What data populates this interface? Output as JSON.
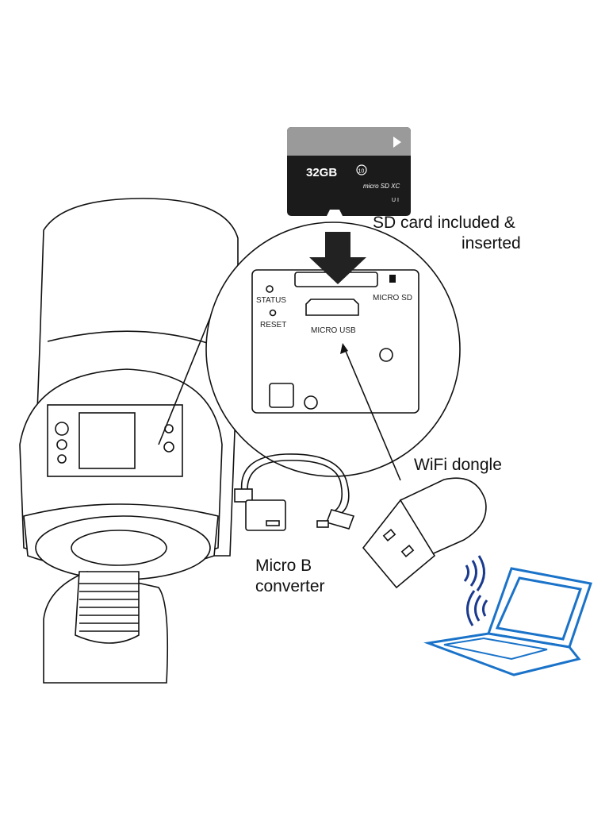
{
  "sd_card": {
    "capacity": "32GB",
    "speed_class": "10",
    "logo": "micro SD XC",
    "uhs": "U I"
  },
  "labels": {
    "sd_card_line1": "SD card included &",
    "sd_card_line2": "inserted",
    "wifi_dongle": "WiFi dongle",
    "converter_line1": "Micro B",
    "converter_line2": "converter"
  },
  "panel": {
    "status": "STATUS",
    "reset": "RESET",
    "micro_usb": "MICRO USB",
    "micro_sd": "MICRO SD"
  },
  "colors": {
    "laptop": "#1a73c9",
    "waves": "#1a3a8f",
    "card": "#1b1b1b"
  }
}
